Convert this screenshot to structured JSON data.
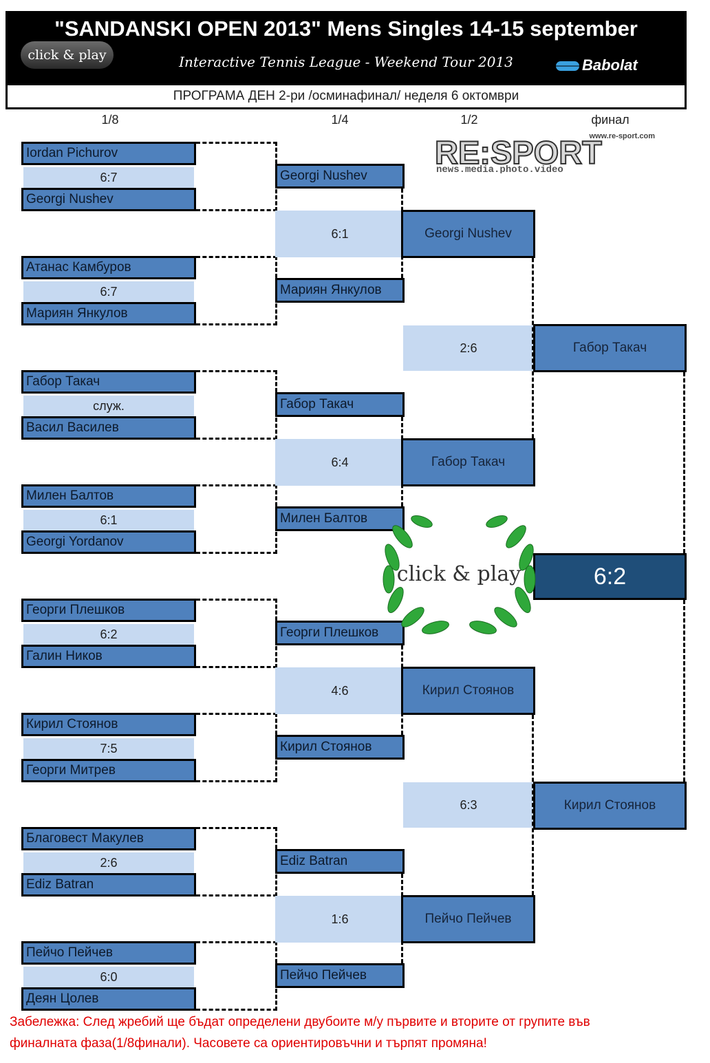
{
  "header": {
    "title": "\"SANDANSKI OPEN 2013\" Mens Singles  14-15 september",
    "subtitle": "Interactive Tennis League  -  Weekend Tour 2013",
    "logo_left": "click & play",
    "logo_right": "Babolat"
  },
  "program_line": "ПРОГРАМА ДЕН 2-ри  /осминафинал/ неделя 6 октомври",
  "rounds": {
    "r16": "1/8",
    "qf": "1/4",
    "sf": "1/2",
    "final": "финал"
  },
  "sponsor": {
    "name": "RE:SPORT",
    "url": "www.re-sport.com",
    "tagline": "news.media.photo.video"
  },
  "r16": [
    {
      "p1": "Iordan Pichurov",
      "score": "6:7",
      "p2": "Georgi Nushev"
    },
    {
      "p1": "Атанас Камбуров",
      "score": "6:7",
      "p2": "Мариян Янкулов"
    },
    {
      "p1": "Габор Такач",
      "score": "служ.",
      "p2": "Васил Василев"
    },
    {
      "p1": "Милен Балтов",
      "score": "6:1",
      "p2": "Georgi Yordanov"
    },
    {
      "p1": "Георги Плешков",
      "score": "6:2",
      "p2": "Галин Ников"
    },
    {
      "p1": "Кирил Стоянов",
      "score": "7:5",
      "p2": "Георги Митрев"
    },
    {
      "p1": "Благовест Макулев",
      "score": "2:6",
      "p2": "Ediz Batran"
    },
    {
      "p1": "Пейчо Пейчев",
      "score": "6:0",
      "p2": "Деян Цолев"
    }
  ],
  "qf": [
    {
      "p1": "Georgi Nushev",
      "score": "6:1",
      "p2": "Мариян Янкулов"
    },
    {
      "p1": "Габор Такач",
      "score": "6:4",
      "p2": "Милен Балтов"
    },
    {
      "p1": "Георги Плешков",
      "score": "4:6",
      "p2": "Кирил Стоянов"
    },
    {
      "p1": "Ediz Batran",
      "score": "1:6",
      "p2": "Пейчо Пейчев"
    }
  ],
  "sf": [
    {
      "p1": "Georgi Nushev",
      "score": "2:6",
      "p2": "Габор Такач"
    },
    {
      "p1": "Кирил Стоянов",
      "score": "6:3",
      "p2": "Пейчо Пейчев"
    }
  ],
  "final": {
    "p1": "Габор Такач",
    "score": "6:2",
    "p2": "Кирил Стоянов"
  },
  "wreath_logo": "click & play",
  "note": {
    "line1": "Забележка: След жребий ще бъдат определени двубоите м/у първите и вторите от групите във",
    "line2": "финалната фаза(1/8финали). Часовете са ориентировъчни и търпят промяна!"
  },
  "colors": {
    "player_box": "#4f81bd",
    "score_box": "#c6d9f1",
    "final_score": "#1f4e79",
    "note_text": "#e00000"
  }
}
